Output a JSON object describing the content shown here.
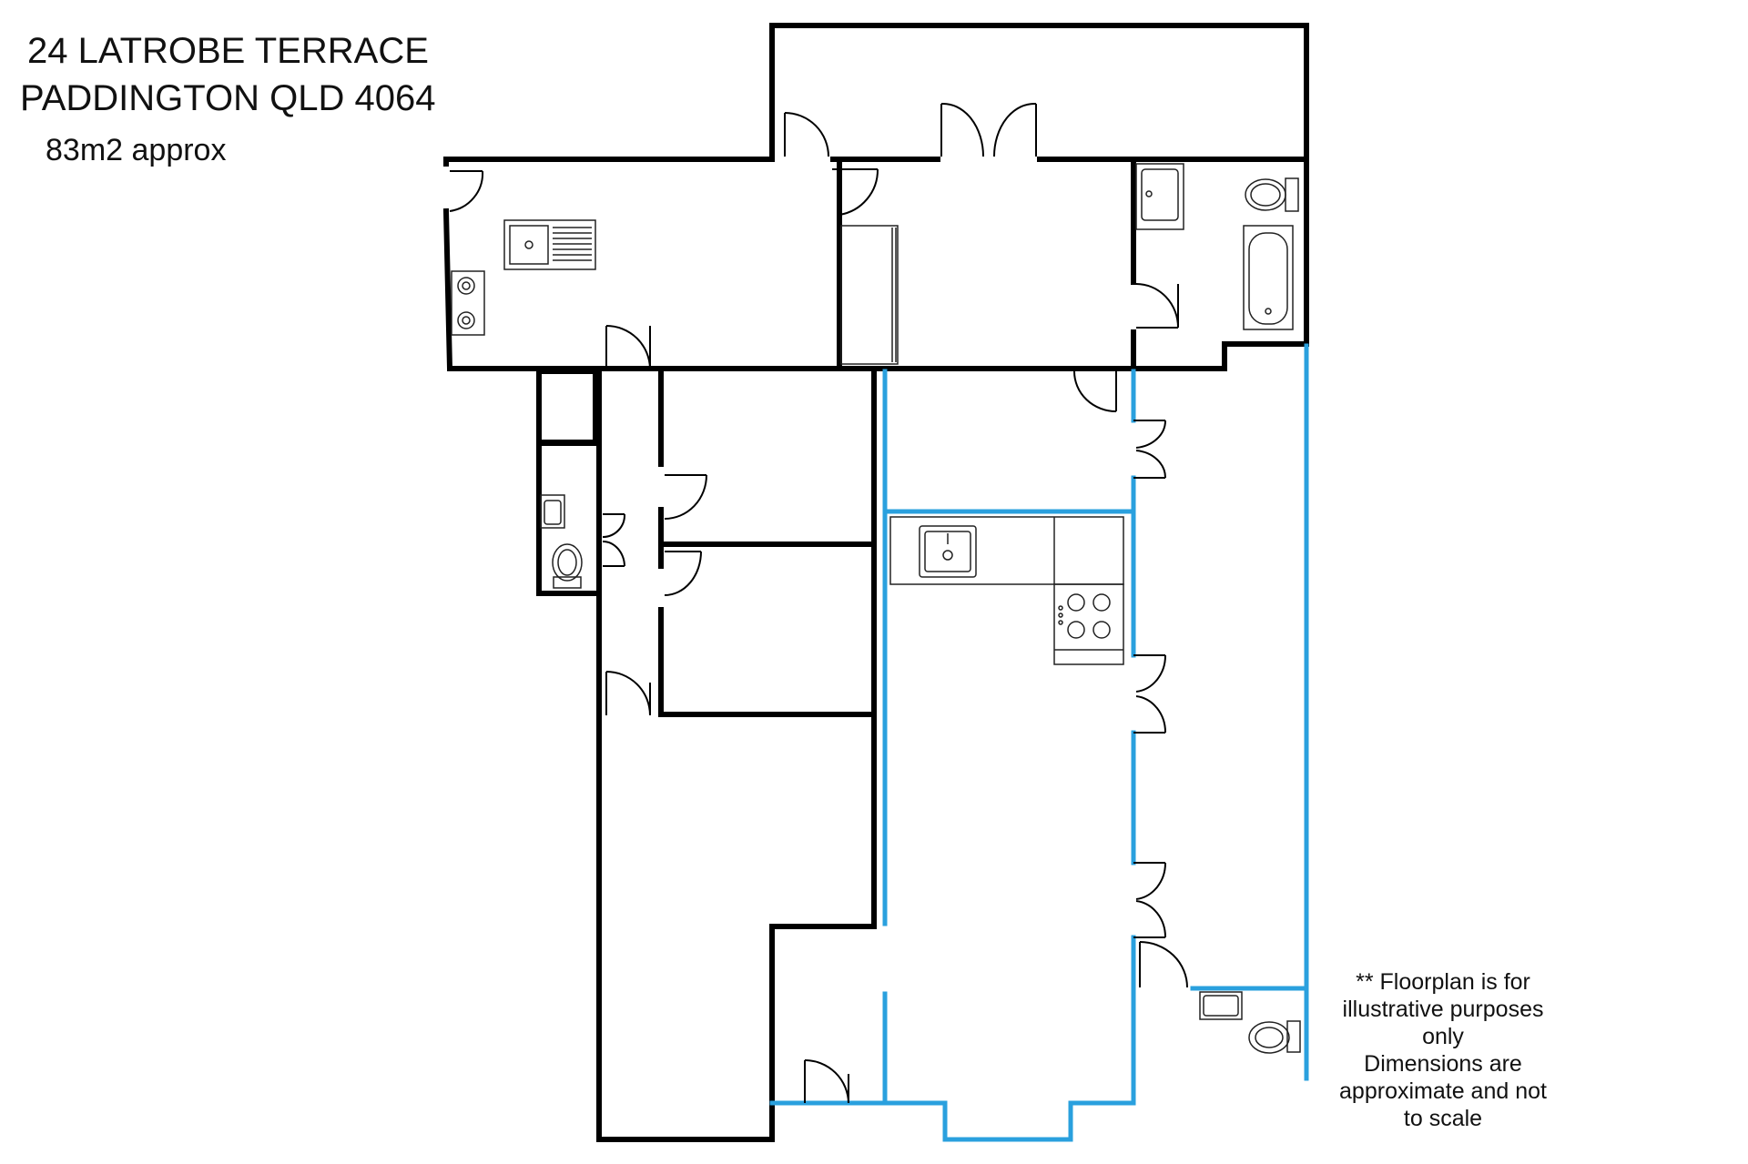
{
  "header": {
    "address_line1": "24 LATROBE TERRACE",
    "address_line2": "PADDINGTON QLD 4064",
    "area": "83m2 approx"
  },
  "disclaimer": {
    "lines": [
      "** Floorplan is for",
      "illustrative purposes",
      "only",
      "Dimensions are",
      "approximate and not",
      "to scale"
    ]
  },
  "colors": {
    "wall": "#000000",
    "highlight_wall": "#2aa0de",
    "fixture": "#222222",
    "background": "#ffffff"
  }
}
